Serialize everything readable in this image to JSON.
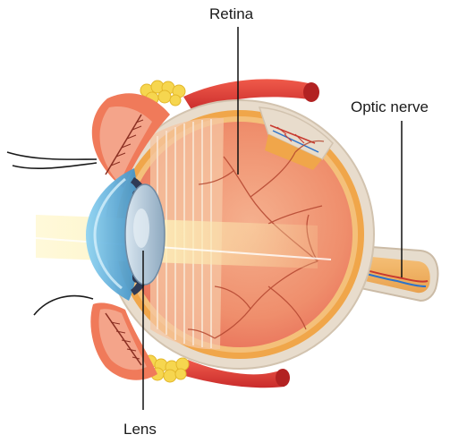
{
  "labels": {
    "retina": "Retina",
    "optic_nerve": "Optic nerve",
    "lens": "Lens"
  },
  "colors": {
    "sclera": "#e9ddcf",
    "choroid": "#f0a64a",
    "eye_interior": "#f08a6c",
    "muscle": "#e23a3a",
    "fat": "#f7dc5a",
    "cornea": "#62b8e6",
    "iris": "#2f3b56",
    "lens": "#a9bfd3",
    "eyelid": "#f07a5a",
    "vessel": "#b3452f",
    "leader_line": "#111111"
  }
}
